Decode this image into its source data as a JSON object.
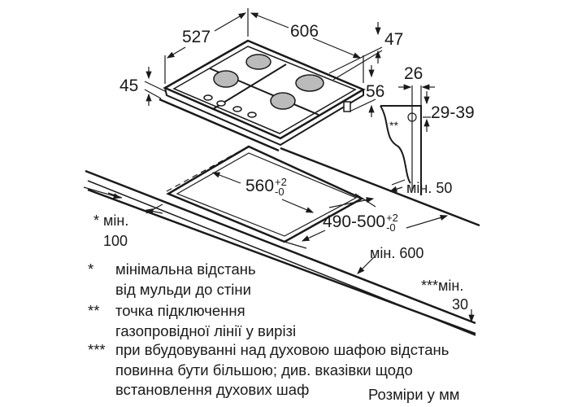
{
  "dimensions": {
    "depth": "527",
    "width": "606",
    "rear_offset": "47",
    "height": "45",
    "front_height": "56",
    "connection_offset": "26",
    "connection_height": "29-39",
    "connection_mark": "**",
    "cutout_width": "560",
    "cutout_width_tol_plus": "+2",
    "cutout_width_tol_minus": "-0",
    "cutout_depth": "490-500",
    "cutout_depth_tol_plus": "+2",
    "cutout_depth_tol_minus": "-0",
    "min_back": "мін. 50",
    "min_side_label": "* мін.",
    "min_side_value": "100",
    "min_front": "мін. 600",
    "min_oven_label": "***мін.",
    "min_oven_value": "30"
  },
  "footnotes": [
    {
      "mark": "*",
      "lines": [
        "мінімальна відстань",
        "від мульди до стіни"
      ]
    },
    {
      "mark": "**",
      "lines": [
        "точка підключення",
        "газопровідної лінії у вирізі"
      ]
    },
    {
      "mark": "***",
      "lines": [
        "при вбудовуванні над духовою шафою відстань",
        "повинна бути більшою; див. вказівки щодо",
        "встановлення духових шаф"
      ]
    }
  ],
  "units_note": "Розміри у мм"
}
